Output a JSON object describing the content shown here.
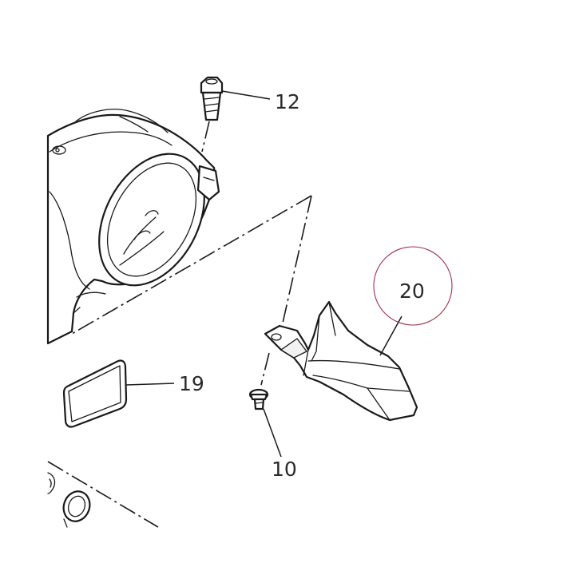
{
  "callouts": {
    "bolt": "12",
    "gasket": "19",
    "screw": "10",
    "cover": "20"
  },
  "highlight": {
    "target": "20",
    "circle_color": "#a0304a"
  },
  "colors": {
    "line": "#1a1a1a",
    "background": "#ffffff"
  }
}
